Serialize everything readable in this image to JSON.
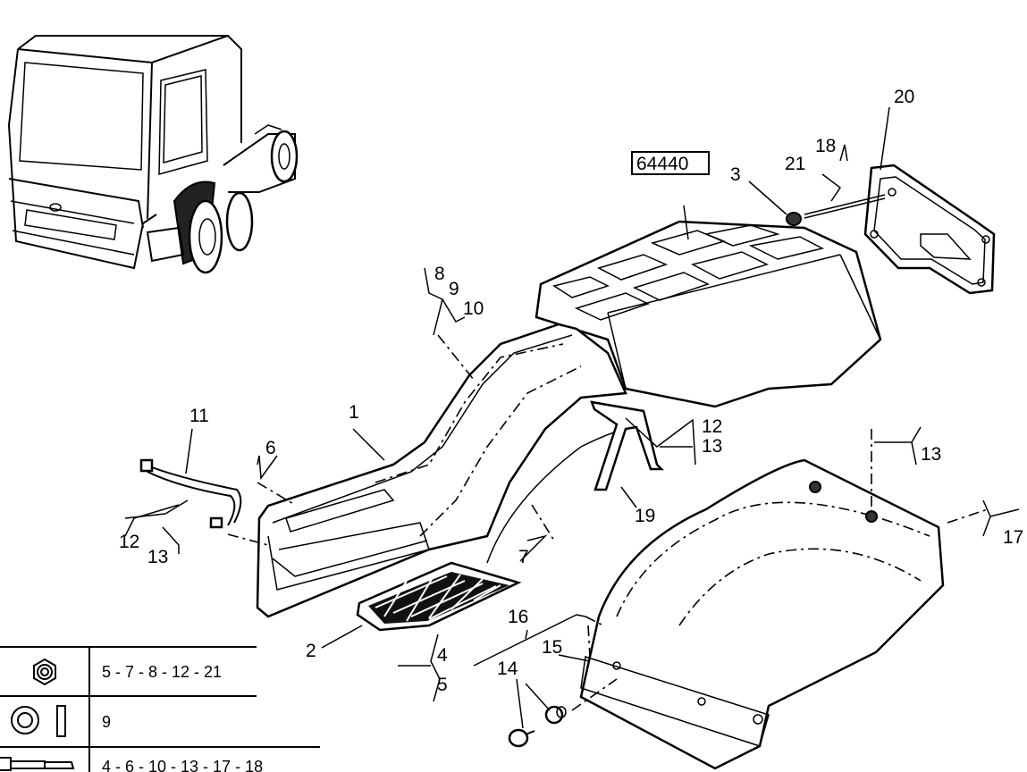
{
  "reference_code": "64440",
  "callouts": {
    "c1": "1",
    "c2": "2",
    "c3": "3",
    "c4": "4",
    "c5": "5",
    "c6": "6",
    "c7": "7",
    "c8": "8",
    "c9": "9",
    "c10": "10",
    "c11": "11",
    "c12a": "12",
    "c13a": "13",
    "c12b": "12",
    "c13b": "13",
    "c13c": "13",
    "c14": "14",
    "c15": "15",
    "c16": "16",
    "c17": "17",
    "c18": "18",
    "c19": "19",
    "c20": "20",
    "c21": "21"
  },
  "legend": {
    "rows": [
      {
        "icon": "hex-nut-icon",
        "parts": "5 - 7 - 8 - 12 - 21"
      },
      {
        "icon": "washer-icon",
        "parts": "9"
      },
      {
        "icon": "bolt-icon",
        "parts": "4 - 6 - 10 - 13 - 17 - 18"
      }
    ]
  }
}
